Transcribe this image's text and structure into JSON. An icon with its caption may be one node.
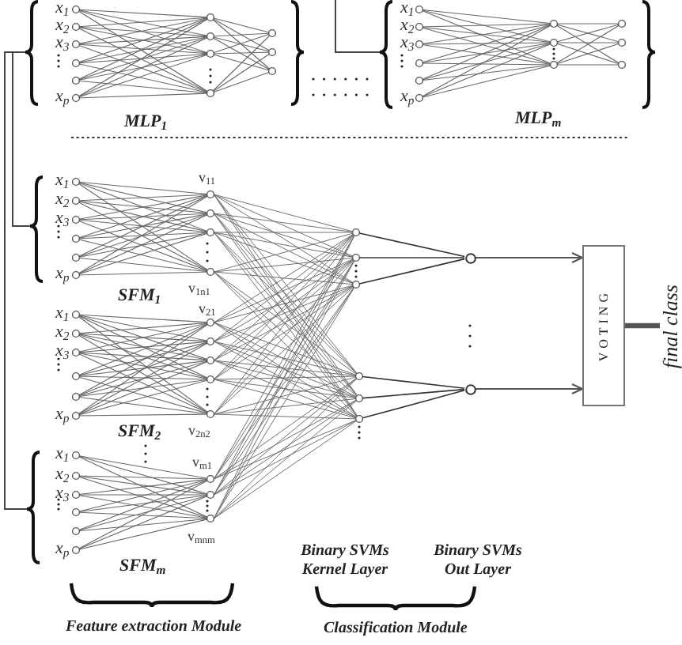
{
  "diagram": {
    "nodes": [
      {
        "text": [],
        "shape": "circle"
      },
      {
        "text": [],
        "shape": "circle"
      },
      {
        "text": [
          "VOTING"
        ]
      },
      {
        "text": [
          "final class"
        ]
      }
    ],
    "edges": [
      {
        "from": 0,
        "to": 2,
        "arrow": "to"
      },
      {
        "from": 1,
        "to": 2,
        "arrow": "to"
      },
      {
        "from": 2,
        "to": 3,
        "arrow": "none",
        "style": "thick"
      }
    ],
    "labels": [
      "x$_{1}$",
      "x$_{2}$",
      "x$_{3}$",
      "x$_{p}$",
      "MLP$_{1}$",
      "x$_{1}$",
      "x$_{2}$",
      "x$_{3}$",
      "x$_{p}$",
      "MLP$_{m}$",
      "x$_{1}$",
      "x$_{2}$",
      "x$_{3}$",
      "x$_{p}$",
      "v$_{11}$",
      "v$_{1n1}$",
      "SFM$_{1}$",
      "x$_{1}$",
      "x$_{2}$",
      "x$_{3}$",
      "x$_{p}$",
      "v$_{21}$",
      "v$_{2n2}$",
      "SFM$_{2}$",
      "x$_{1}$",
      "x$_{2}$",
      "x$_{3}$",
      "x$_{p}$",
      "v$_{m1}$",
      "v$_{mnm}$",
      "SFM$_{m}$",
      "Binary SVMs Kernel Layer",
      "Binary SVMs Out Layer",
      "Feature extraction Module",
      "Classification Module"
    ]
  }
}
